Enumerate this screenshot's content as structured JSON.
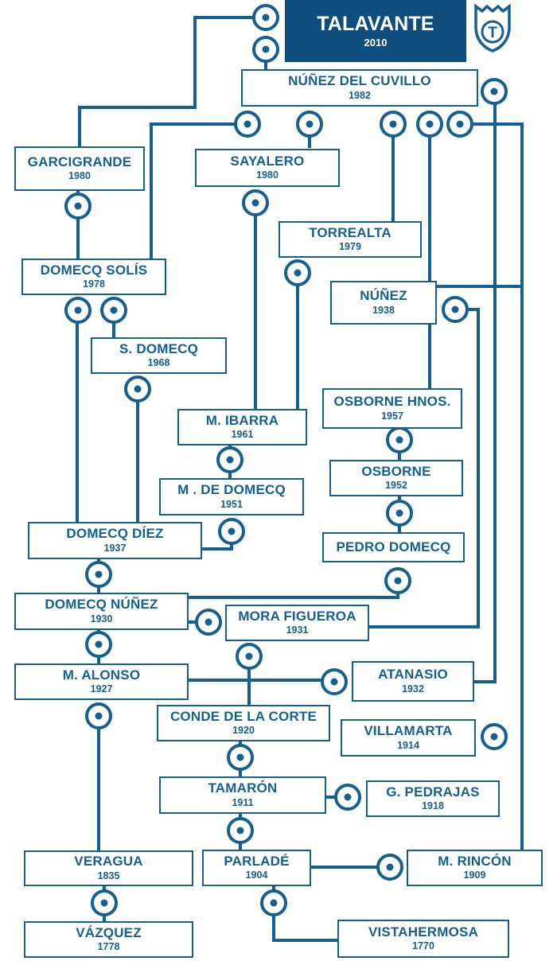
{
  "colors": {
    "line": "#15608f",
    "root_fill": "#0f4d7c",
    "background": "#ffffff"
  },
  "logo": {
    "icon": "shield-bull-icon",
    "letter": "T"
  },
  "nodes": {
    "talavante": {
      "name": "TALAVANTE",
      "year": "2010"
    },
    "nunez_del_cuvillo": {
      "name": "NÚÑEZ DEL CUVILLO",
      "year": "1982"
    },
    "garcigrande": {
      "name": "GARCIGRANDE",
      "year": "1980"
    },
    "sayalero": {
      "name": "SAYALERO",
      "year": "1980"
    },
    "torrealta": {
      "name": "TORREALTA",
      "year": "1979"
    },
    "domecq_solis": {
      "name": "DOMECQ SOLÍS",
      "year": "1978"
    },
    "nunez": {
      "name": "NÚÑEZ",
      "year": "1938"
    },
    "s_domecq": {
      "name": "S. DOMECQ",
      "year": "1968"
    },
    "osborne_hnos": {
      "name": "OSBORNE HNOS.",
      "year": "1957"
    },
    "m_ibarra": {
      "name": "M. IBARRA",
      "year": "1961"
    },
    "osborne": {
      "name": "OSBORNE",
      "year": "1952"
    },
    "m_de_domecq": {
      "name": "M . DE DOMECQ",
      "year": "1951"
    },
    "domecq_diez": {
      "name": "DOMECQ DÍEZ",
      "year": "1937"
    },
    "pedro_domecq": {
      "name": "PEDRO DOMECQ",
      "year": ""
    },
    "domecq_nunez": {
      "name": "DOMECQ NÚÑEZ",
      "year": "1930"
    },
    "mora_figueroa": {
      "name": "MORA FIGUEROA",
      "year": "1931"
    },
    "m_alonso": {
      "name": "M. ALONSO",
      "year": "1927"
    },
    "atanasio": {
      "name": "ATANASIO",
      "year": "1932"
    },
    "conde_de_la_corte": {
      "name": "CONDE DE LA CORTE",
      "year": "1920"
    },
    "villamarta": {
      "name": "VILLAMARTA",
      "year": "1914"
    },
    "tamaron": {
      "name": "TAMARÓN",
      "year": "1911"
    },
    "g_pedrajas": {
      "name": "G. PEDRAJAS",
      "year": "1918"
    },
    "veragua": {
      "name": "VERAGUA",
      "year": "1835"
    },
    "parlade": {
      "name": "PARLADÉ",
      "year": "1904"
    },
    "m_rincon": {
      "name": "M. RINCÓN",
      "year": "1909"
    },
    "vazquez": {
      "name": "VÁZQUEZ",
      "year": "1778"
    },
    "vistahermosa": {
      "name": "VISTAHERMOSA",
      "year": "1770"
    }
  }
}
